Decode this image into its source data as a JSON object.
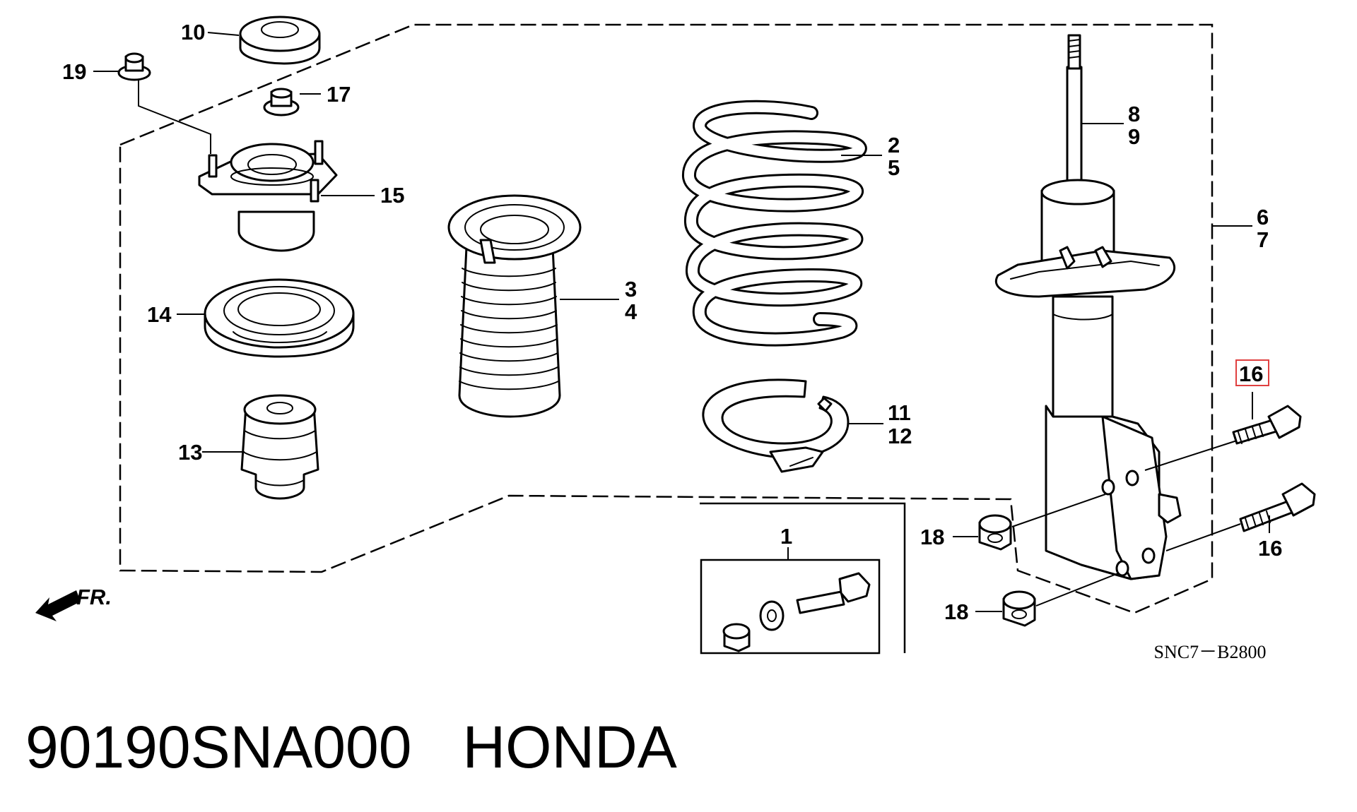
{
  "diagram": {
    "callouts": {
      "c1": "1",
      "c2": "2",
      "c3": "3",
      "c4": "4",
      "c5": "5",
      "c6": "6",
      "c7": "7",
      "c8": "8",
      "c9": "9",
      "c10": "10",
      "c11": "11",
      "c12": "12",
      "c13": "13",
      "c14": "14",
      "c15": "15",
      "c16a": "16",
      "c16b": "16",
      "c17": "17",
      "c18a": "18",
      "c18b": "18",
      "c19": "19"
    },
    "front_indicator": "FR.",
    "drawing_code": "SNC7－B2800",
    "highlight_color": "#e04040"
  },
  "footer": {
    "part_number": "90190SNA000",
    "brand": "HONDA"
  }
}
